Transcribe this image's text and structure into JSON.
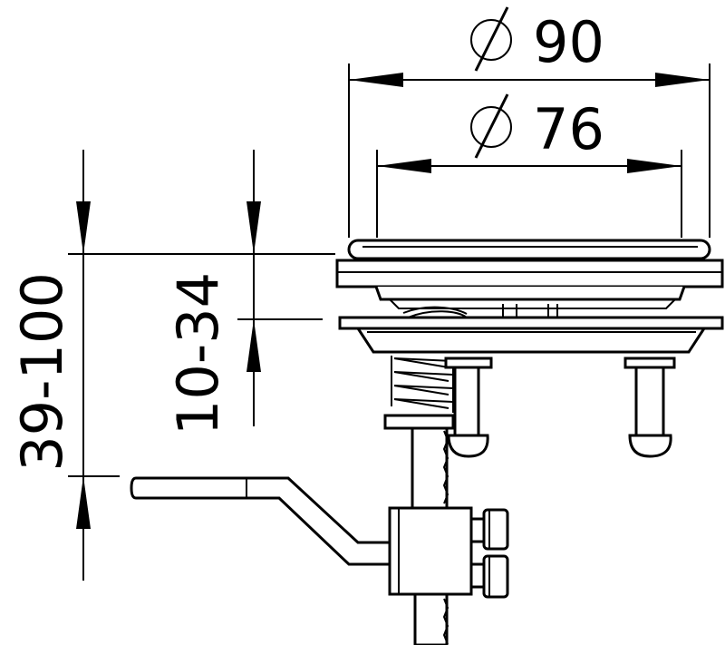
{
  "dimensions": {
    "outer_diameter": {
      "symbol": "∅",
      "value": "90"
    },
    "inner_diameter": {
      "symbol": "∅",
      "value": "76"
    },
    "total_height_range": "39-100",
    "clamp_range": "10-34"
  },
  "colors": {
    "line": "#000000",
    "background": "#ffffff"
  }
}
